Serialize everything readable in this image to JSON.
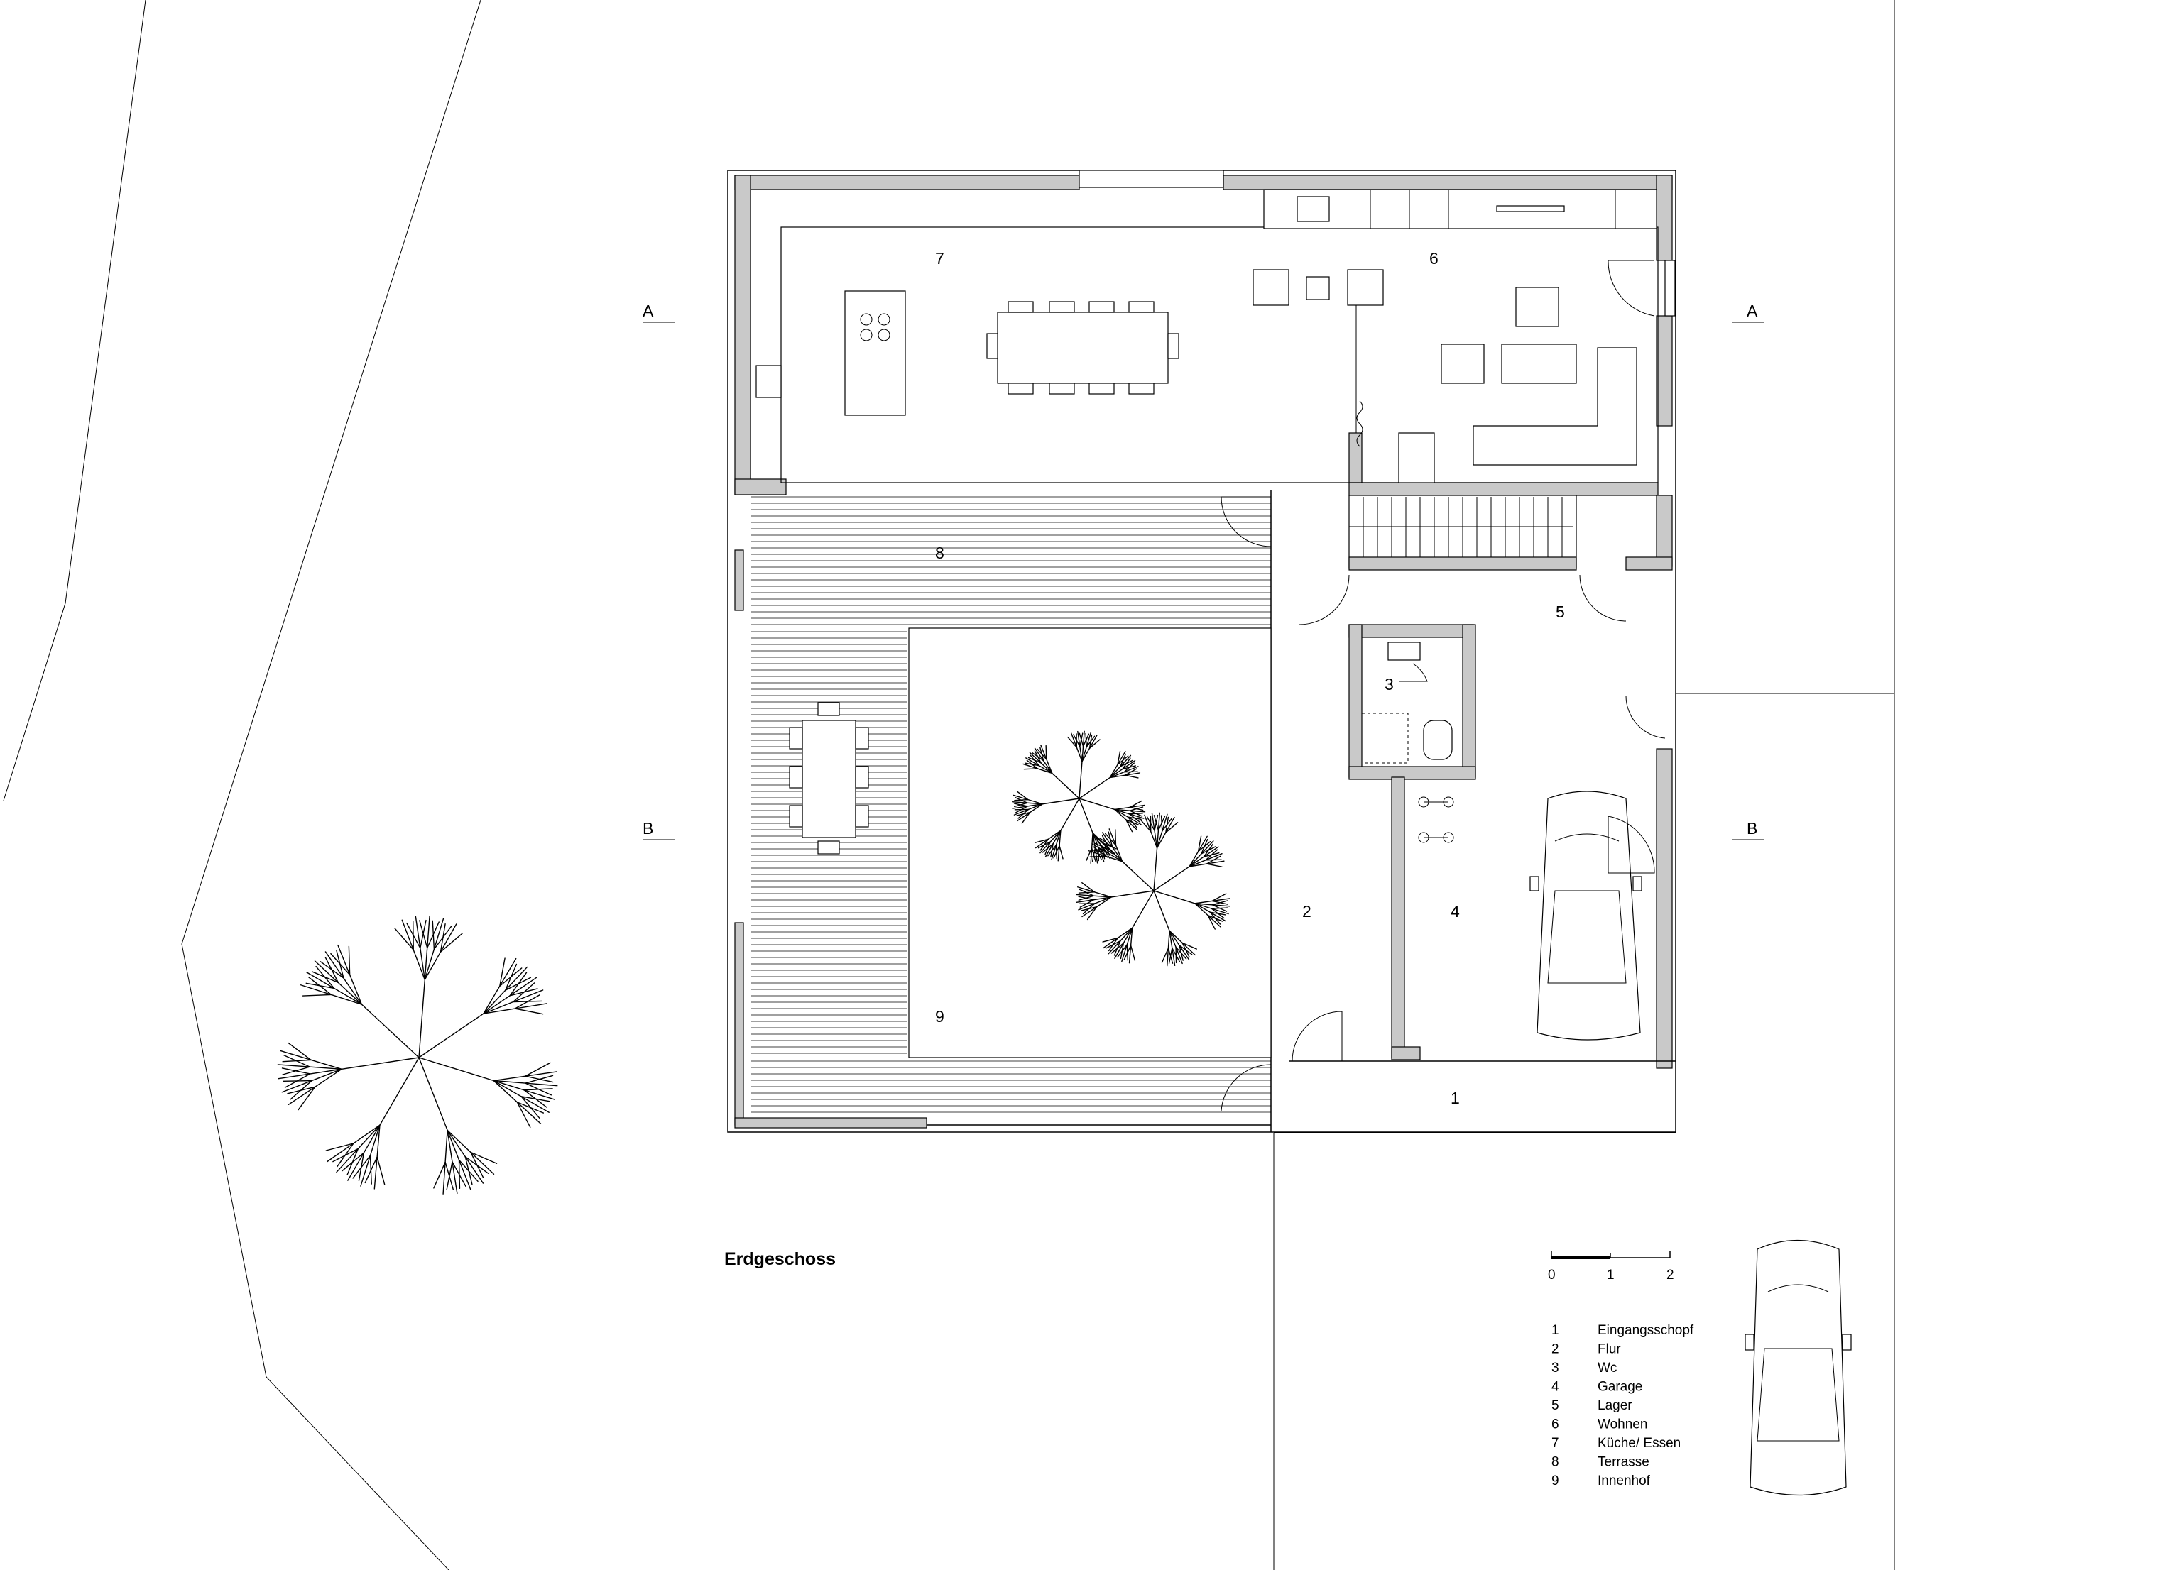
{
  "title": "Erdgeschoss",
  "sections": {
    "a_left": "A",
    "a_right": "A",
    "b_left": "B",
    "b_right": "B"
  },
  "rooms": [
    {
      "id": "1",
      "name": "Eingangsschopf"
    },
    {
      "id": "2",
      "name": "Flur"
    },
    {
      "id": "3",
      "name": "Wc"
    },
    {
      "id": "4",
      "name": "Garage"
    },
    {
      "id": "5",
      "name": "Lager"
    },
    {
      "id": "6",
      "name": "Wohnen"
    },
    {
      "id": "7",
      "name": "Küche/ Essen"
    },
    {
      "id": "8",
      "name": "Terrasse"
    },
    {
      "id": "9",
      "name": "Innenhof"
    }
  ],
  "scale": {
    "ticks": [
      "0",
      "1",
      "2"
    ]
  }
}
